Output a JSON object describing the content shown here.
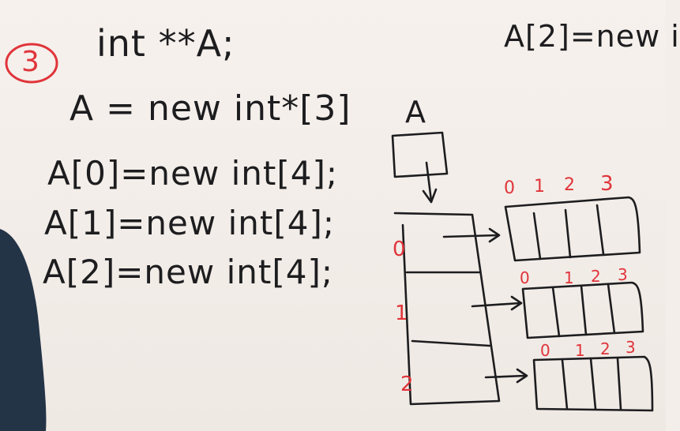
{
  "step_number": "3",
  "code_lines": {
    "declaration": "int **A;",
    "allocate_rows": "A = new int*[3]",
    "row0": "A[0]=new int[4];",
    "row1": "A[1]=new int[4];",
    "row2": "A[2]=new int[4];",
    "top_right_partial": "A[2]=new i"
  },
  "diagram": {
    "pointer_label": "A",
    "row_indices": [
      "0",
      "1",
      "2"
    ],
    "column_indices": [
      "0",
      "1",
      "2",
      "3"
    ]
  },
  "colors": {
    "ink": "#1d1d1f",
    "red_marker": "#e0343a",
    "board": "#f3eeea",
    "shirt": "#243447"
  }
}
